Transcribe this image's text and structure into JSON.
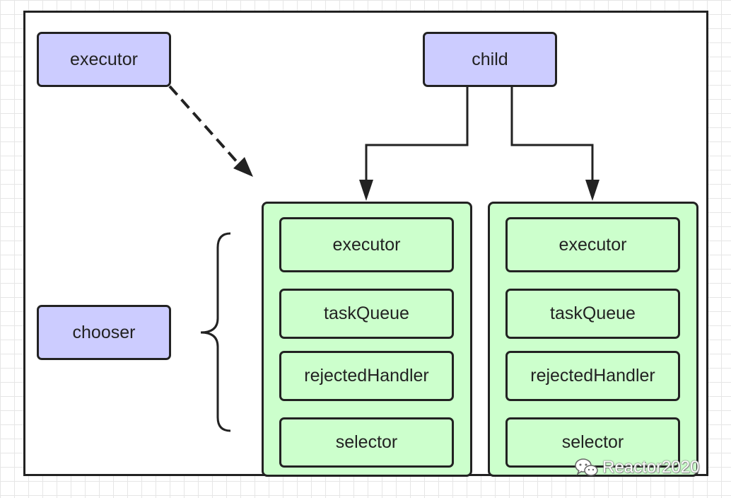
{
  "nodes": {
    "executor": "executor",
    "child": "child",
    "chooser": "chooser"
  },
  "event_loops": [
    {
      "fields": [
        "executor",
        "taskQueue",
        "rejectedHandler",
        "selector"
      ]
    },
    {
      "fields": [
        "executor",
        "taskQueue",
        "rejectedHandler",
        "selector"
      ]
    }
  ],
  "colors": {
    "node_fill": "#ccccff",
    "event_loop_fill": "#ccffcc",
    "stroke": "#222222"
  },
  "watermark": {
    "text": "Reactor2020",
    "icon": "wechat-icon"
  }
}
